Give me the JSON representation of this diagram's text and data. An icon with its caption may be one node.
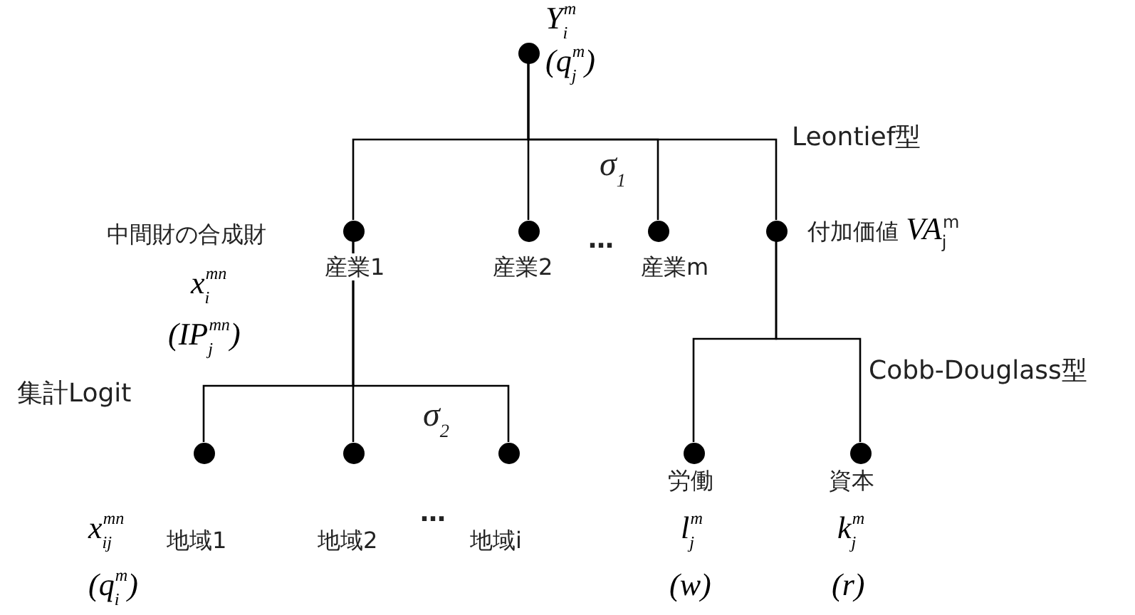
{
  "diagram": {
    "nodes": [
      {
        "text": [],
        "shape": "circle",
        "beside": [
          "Y$_{i}$$^{m}$",
          "(q$_{j}$$^{m}$)"
        ]
      },
      {
        "text": [],
        "shape": "circle",
        "beside": [
          "中間財の合成財",
          "産業1",
          "x$_{i}$$^{mn}$",
          "(IP$_{j}$$^{mn}$)"
        ]
      },
      {
        "text": [],
        "shape": "circle",
        "beside": [
          "産業2"
        ]
      },
      {
        "text": [],
        "shape": "circle",
        "beside": [
          "産業m"
        ]
      },
      {
        "text": [],
        "shape": "circle",
        "beside": [
          "付加価値 *VA*$_{j}$$^{m}$"
        ]
      },
      {
        "text": [],
        "shape": "circle",
        "beside": [
          "x$_{ij}$$^{mn}$",
          "地域1",
          "(q$_{i}$$^{m}$)"
        ]
      },
      {
        "text": [],
        "shape": "circle",
        "beside": [
          "地域2"
        ]
      },
      {
        "text": [],
        "shape": "circle",
        "beside": [
          "地域i"
        ]
      },
      {
        "text": [],
        "shape": "circle",
        "beside": [
          "労働",
          "l$_{j}$$^{m}$",
          "(w)"
        ]
      },
      {
        "text": [],
        "shape": "circle",
        "beside": [
          "資本",
          "k$_{j}$$^{m}$",
          "(r)"
        ]
      }
    ],
    "edges": [
      {
        "from": 0,
        "to": 1,
        "arrow": "none"
      },
      {
        "from": 0,
        "to": 2,
        "arrow": "none"
      },
      {
        "from": 0,
        "to": 3,
        "arrow": "none"
      },
      {
        "from": 0,
        "to": 4,
        "arrow": "none"
      },
      {
        "from": 1,
        "to": 5,
        "arrow": "none"
      },
      {
        "from": 1,
        "to": 6,
        "arrow": "none"
      },
      {
        "from": 1,
        "to": 7,
        "arrow": "none"
      },
      {
        "from": 4,
        "to": 8,
        "arrow": "none"
      },
      {
        "from": 4,
        "to": 9,
        "arrow": "none"
      }
    ],
    "labels": [
      "Leontief型",
      "σ$_{1}$",
      "…",
      "σ$_{2}$",
      "集計Logit",
      "Cobb-Douglass型",
      "…"
    ]
  }
}
